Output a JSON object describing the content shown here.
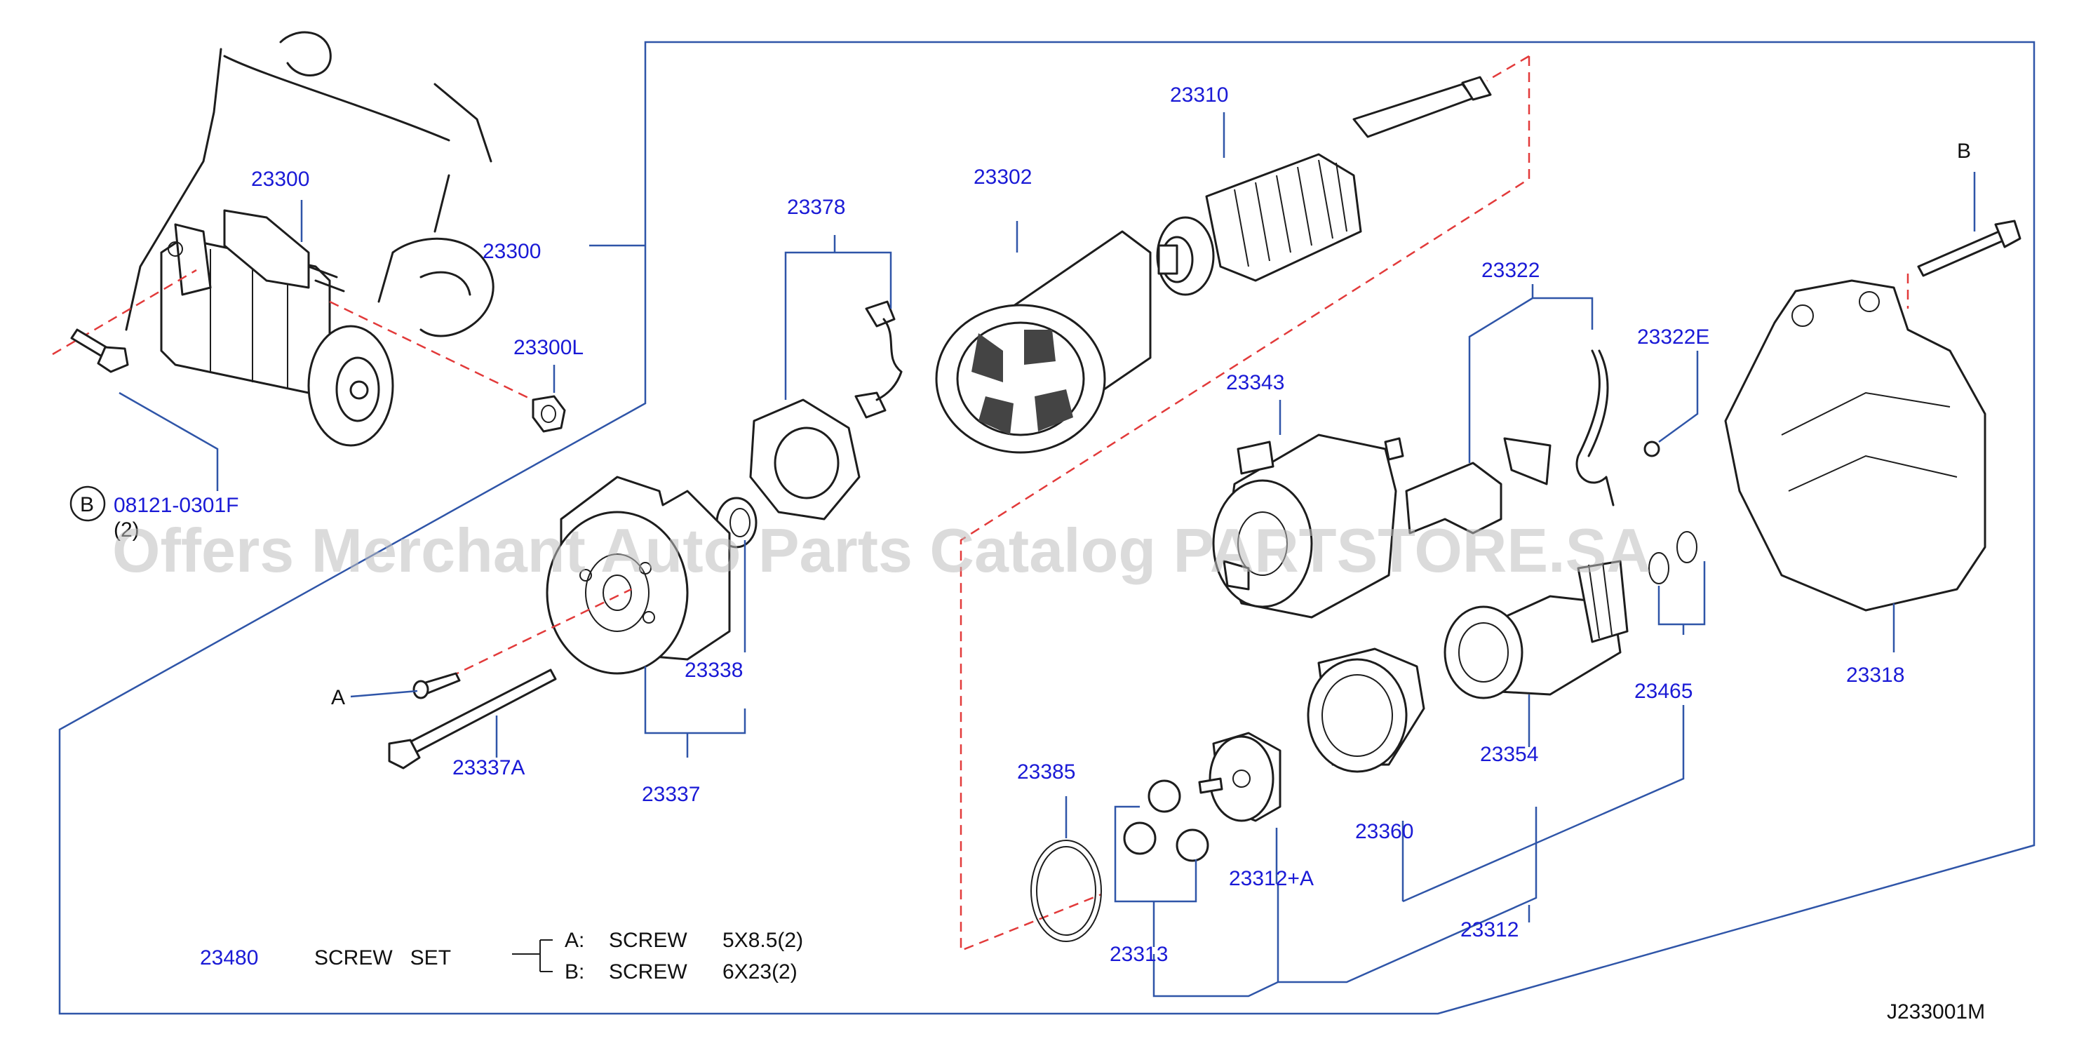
{
  "diagram_id": "J233001M",
  "watermark": "Offers Merchant Auto Parts Catalog PARTSTORE.SA",
  "callouts": {
    "starter_assembly": "23300",
    "starter_assembly_group": "23300",
    "nut": "23300L",
    "bolt_b_badge": "B",
    "bolt_number": "08121-0301F",
    "bolt_qty": "(2)",
    "armature": "23310",
    "yoke": "23302",
    "brush_set": "23378",
    "brush_holder": "23343",
    "lever": "23322",
    "ball": "23322E",
    "gear_case": "23318",
    "label_b": "B",
    "label_a": "A",
    "bearing": "23338",
    "through_bolt": "23337A",
    "rear_cover": "23337",
    "clutch": "23354",
    "ring_set": "23465",
    "internal_gear": "23360",
    "planetary_set": "23312",
    "o_ring": "23385",
    "gear_shaft": "23312+A",
    "planet_gear": "23313"
  },
  "screw_set": {
    "number": "23480",
    "name": "SCREW   SET",
    "a_label": "A:",
    "a_item": "SCREW",
    "a_size": "5X8.5(2)",
    "b_label": "B:",
    "b_item": "SCREW",
    "b_size": "6X23(2)"
  },
  "colors": {
    "part_number": "#1a1ad6",
    "leader_line": "#2f55a8",
    "hidden_line": "#e23a3a",
    "drawing": "#1d1d1d"
  }
}
